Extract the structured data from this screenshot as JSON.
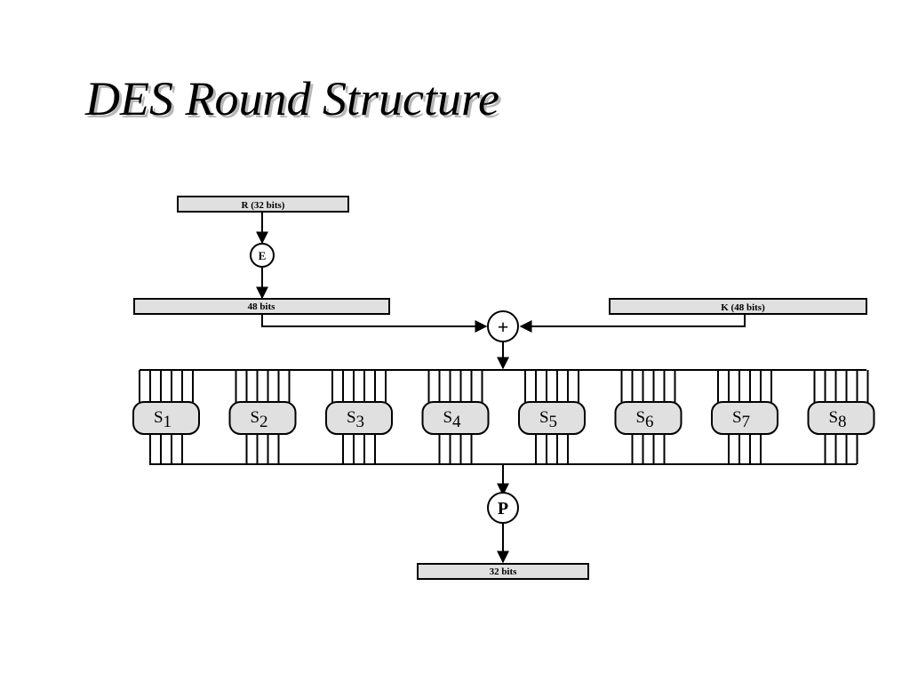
{
  "slide": {
    "title": "DES Round Structure"
  },
  "diagram": {
    "input_r": "R (32 bits)",
    "expansion": "E",
    "expanded": "48 bits",
    "key": "K (48 bits)",
    "xor": "+",
    "sboxes": [
      {
        "name": "S",
        "sub": "1"
      },
      {
        "name": "S",
        "sub": "2"
      },
      {
        "name": "S",
        "sub": "3"
      },
      {
        "name": "S",
        "sub": "4"
      },
      {
        "name": "S",
        "sub": "5"
      },
      {
        "name": "S",
        "sub": "6"
      },
      {
        "name": "S",
        "sub": "7"
      },
      {
        "name": "S",
        "sub": "8"
      }
    ],
    "permutation": "P",
    "output": "32 bits"
  }
}
